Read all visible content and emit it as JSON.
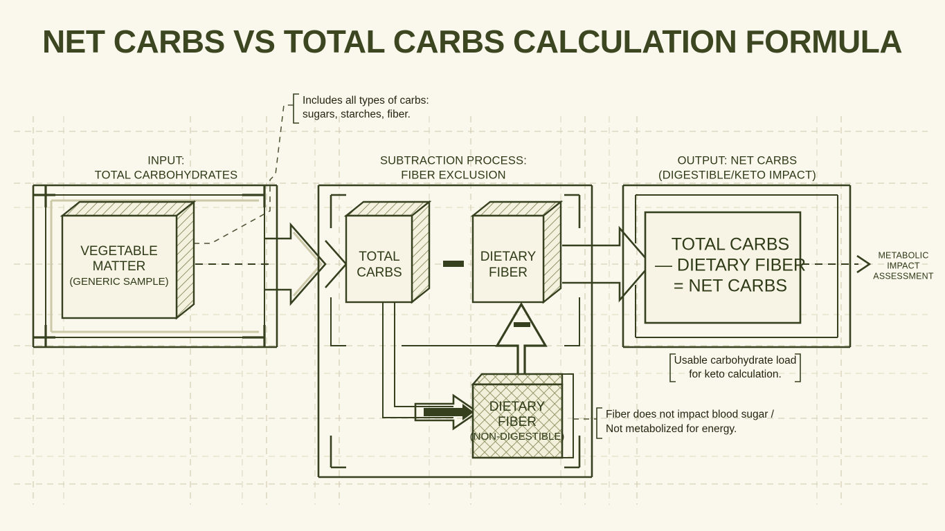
{
  "document": {
    "title": "NET CARBS VS TOTAL CARBS CALCULATION FORMULA",
    "background_color": "#faf7ed",
    "ink_color": "#36401f",
    "grid_color": "#cfc9ae"
  },
  "panels": {
    "input": {
      "header_line1": "INPUT:",
      "header_line2": "TOTAL CARBOHYDRATES",
      "box": {
        "line1": "VEGETABLE",
        "line2": "MATTER",
        "line3": "(GENERIC SAMPLE)"
      }
    },
    "process": {
      "header_line1": "SUBTRACTION PROCESS:",
      "header_line2": "FIBER EXCLUSION",
      "box_total_carbs": {
        "line1": "TOTAL",
        "line2": "CARBS"
      },
      "operator": "—",
      "box_dietary_fiber": {
        "line1": "DIETARY",
        "line2": "FIBER"
      },
      "box_fiber_nondigestible": {
        "line1": "DIETARY",
        "line2": "FIBER",
        "line3": "(NON-DIGESTIBLE)"
      },
      "arrow_operator": "—"
    },
    "output": {
      "header_line1": "OUTPUT: NET CARBS",
      "header_line2": "(DIGESTIBLE/KETO IMPACT)",
      "formula_line1": "TOTAL CARBS",
      "formula_line2": "— DIETARY FIBER",
      "formula_line3": "= NET CARBS"
    }
  },
  "annotations": {
    "carbs_types": {
      "line1": "Includes all types of carbs:",
      "line2": "sugars, starches, fiber."
    },
    "usable_load": {
      "line1": "Usable carbohydrate load",
      "line2": "for keto calculation."
    },
    "fiber_note": {
      "line1": "Fiber does not impact blood sugar /",
      "line2": "Not metabolized for energy."
    },
    "metabolic": {
      "line1": "METABOLIC",
      "line2": "IMPACT",
      "line3": "ASSESSMENT"
    }
  }
}
